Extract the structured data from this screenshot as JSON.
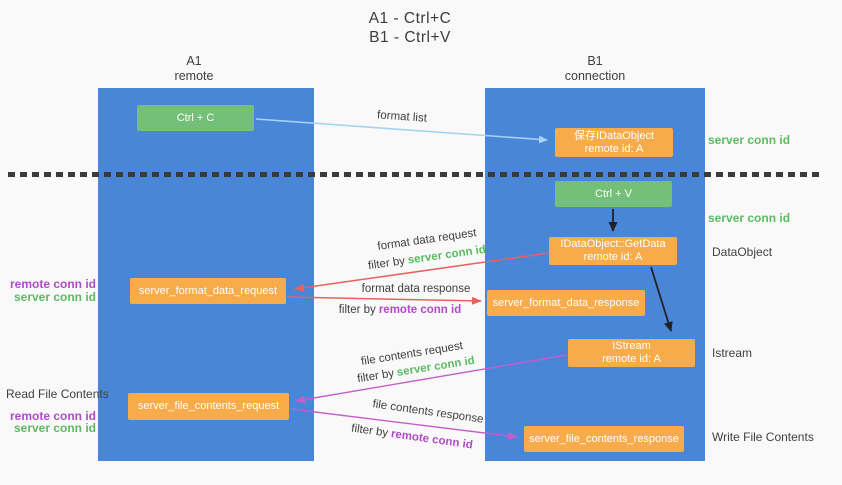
{
  "title": {
    "line1": "A1 - Ctrl+C",
    "line2": "B1 - Ctrl+V"
  },
  "columns": {
    "a": {
      "name": "A1",
      "role": "remote"
    },
    "b": {
      "name": "B1",
      "role": "connection"
    }
  },
  "boxes": {
    "ctrl_c": {
      "label": "Ctrl + C"
    },
    "ctrl_v": {
      "label": "Ctrl + V"
    },
    "save_dataobject": {
      "line1": "保存IDataObject",
      "line2": "remote id: A"
    },
    "getdata": {
      "line1": "IDataObject::GetData",
      "line2": "remote id: A"
    },
    "istream": {
      "line1": "IStream",
      "line2": "remote id: A"
    },
    "format_request": {
      "label": "server_format_data_request"
    },
    "format_response": {
      "label": "server_format_data_response"
    },
    "file_request": {
      "label": "server_file_contents_request"
    },
    "file_response": {
      "label": "server_file_contents_response"
    }
  },
  "arrow_labels": {
    "format_list": "format list",
    "format_data_request": "format data request",
    "format_data_response": "format data response",
    "file_contents_request": "file contents request",
    "file_contents_response": "file contents response",
    "filter_by": "filter by",
    "server_conn_id": "server conn id",
    "remote_conn_id": "remote conn id"
  },
  "side_labels": {
    "server_conn_id_top": "server conn id",
    "server_conn_id_mid": "server conn id",
    "dataobject": "DataObject",
    "istream": "Istream",
    "write_file_contents": "Write File Contents",
    "read_file_contents": "Read File Contents",
    "remote_conn_id": "remote conn id",
    "server_conn_id": "server conn id"
  },
  "colors": {
    "column_blue": "#4a86d8",
    "box_green": "#74c078",
    "box_orange": "#f8ab4a",
    "arrow_lightblue": "#a5d3f3",
    "arrow_red": "#e9615c",
    "arrow_magenta": "#c45ec8",
    "arrow_black": "#222222",
    "text_green": "#5cbb62",
    "text_purple": "#b14ac6",
    "text_dark": "#3f3f3f"
  }
}
